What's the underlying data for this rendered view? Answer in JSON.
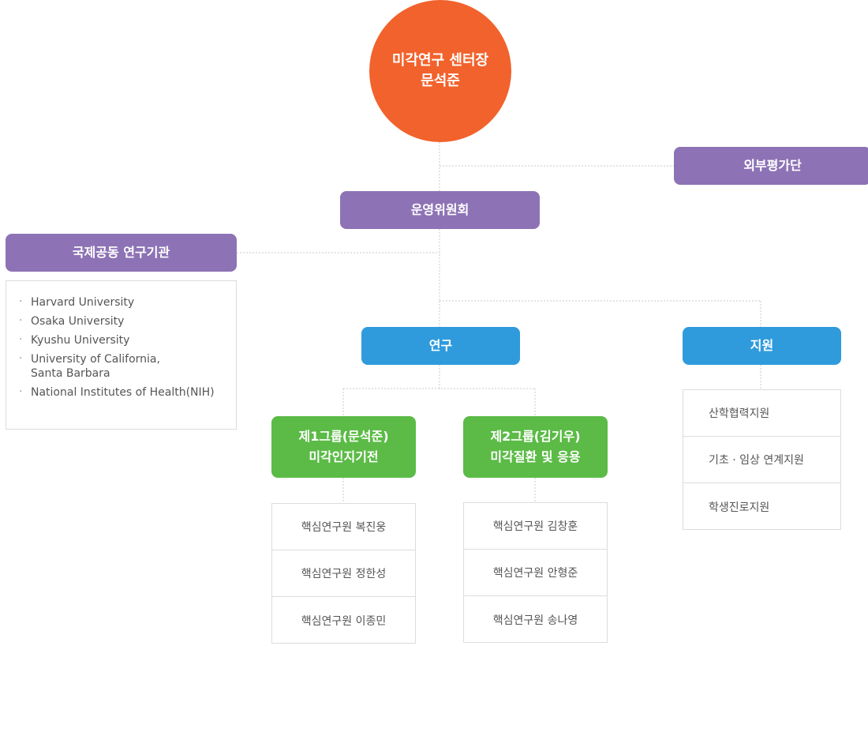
{
  "director": {
    "title": "미각연구 센터장",
    "name": "문석준"
  },
  "external_evaluation": "외부평가단",
  "steering_committee": "운영위원회",
  "international": {
    "title": "국제공동 연구기관",
    "institutions": [
      "Harvard University",
      "Osaka University",
      "Kyushu University",
      "University of California,\nSanta Barbara",
      "National Institutes of Health(NIH)"
    ]
  },
  "research": {
    "title": "연구",
    "groups": [
      {
        "name": "제1그룹(문석준)",
        "topic": "미각인지기전",
        "members": [
          "핵심연구원 복진웅",
          "핵심연구원 정한성",
          "핵심연구원 이종민"
        ]
      },
      {
        "name": "제2그룹(김기우)",
        "topic": "미각질환 및 응용",
        "members": [
          "핵심연구원 김창훈",
          "핵심연구원 안형준",
          "핵심연구원 송나영"
        ]
      }
    ]
  },
  "support": {
    "title": "지원",
    "items": [
      "산학협력지원",
      "기초 · 임상 연계지원",
      "학생진로지원"
    ]
  },
  "colors": {
    "director": "#f2622c",
    "committee": "#8d73b5",
    "division": "#2f9bdc",
    "group": "#5bbb46",
    "connector": "#c8c8c8"
  }
}
